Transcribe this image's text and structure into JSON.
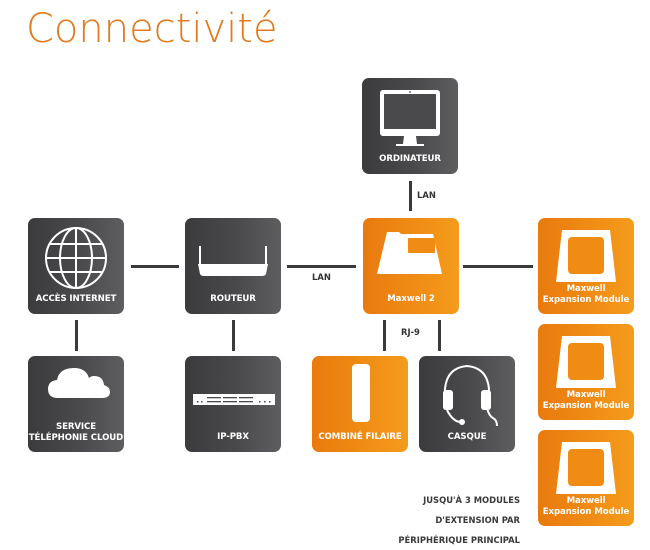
{
  "title": "Connectivité",
  "colors": {
    "title_orange": "#e07b1f",
    "orange_box": "#f08c14",
    "dark_box": "#4a4a4c",
    "line": "#3a3a3c"
  },
  "nodes": {
    "ordinateur": {
      "label": "ORDINATEUR",
      "icon": "monitor-icon",
      "style": "dark"
    },
    "acces_internet": {
      "label": "ACCÈS INTERNET",
      "icon": "globe-icon",
      "style": "dark"
    },
    "routeur": {
      "label": "ROUTEUR",
      "icon": "router-icon",
      "style": "dark"
    },
    "maxwell2": {
      "label": "Maxwell 2",
      "icon": "deskphone-icon",
      "style": "orange"
    },
    "service_cloud": {
      "label_line1": "SERVICE",
      "label_line2": "TÉLÉPHONIE CLOUD",
      "icon": "cloud-icon",
      "style": "dark"
    },
    "ip_pbx": {
      "label": "IP-PBX",
      "icon": "switch-rack-icon",
      "style": "dark"
    },
    "combine": {
      "label": "COMBINÉ FILAIRE",
      "icon": "handset-icon",
      "style": "orange"
    },
    "casque": {
      "label": "CASQUE",
      "icon": "headset-icon",
      "style": "dark"
    },
    "expansion": [
      {
        "label_line1": "Maxwell",
        "label_line2": "Expansion Module",
        "icon": "expansion-module-icon",
        "style": "orange"
      },
      {
        "label_line1": "Maxwell",
        "label_line2": "Expansion Module",
        "icon": "expansion-module-icon",
        "style": "orange"
      },
      {
        "label_line1": "Maxwell",
        "label_line2": "Expansion Module",
        "icon": "expansion-module-icon",
        "style": "orange"
      }
    ]
  },
  "connections": {
    "ordinateur_maxwell": "LAN",
    "routeur_maxwell": "LAN",
    "maxwell_peripherals": "RJ-9"
  },
  "note": {
    "line1": "JUSQU'À 3 MODULES",
    "line2": "D'EXTENSION PAR",
    "line3": "PÉRIPHÉRIQUE PRINCIPAL"
  }
}
